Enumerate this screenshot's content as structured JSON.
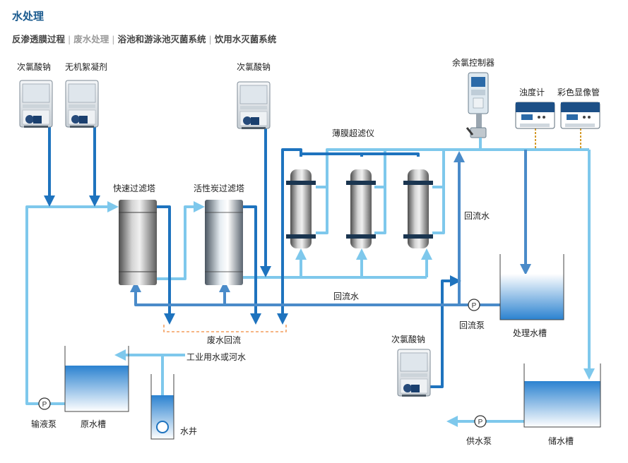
{
  "header": {
    "title": "水处理",
    "nav": [
      {
        "label": "反渗透膜过程",
        "active": false
      },
      {
        "label": "废水处理",
        "active": true
      },
      {
        "label": "浴池和游泳池灭菌系统",
        "active": false
      },
      {
        "label": "饮用水灭菌系统",
        "active": false
      }
    ]
  },
  "diagram": {
    "labels": {
      "hypo1": "次氯酸钠",
      "coagulant": "无机絮凝剂",
      "hypo2": "次氯酸钠",
      "chlorine_ctrl": "余氯控制器",
      "turbidity": "浊度计",
      "color_tube": "彩色显像管",
      "uf": "薄膜超滤仪",
      "fast_filter": "快速过滤塔",
      "carbon_filter": "活性炭过滤塔",
      "return1": "回流水",
      "return2": "回流水",
      "return_pump": "回流泵",
      "treated_tank": "处理水槽",
      "waste_return": "废水回流",
      "hypo3": "次氯酸钠",
      "industrial": "工业用水或河水",
      "supply_pump": "供水泵",
      "storage_tank": "储水槽",
      "feed_pump": "输液泵",
      "raw_tank": "原水槽",
      "well": "水井"
    },
    "colors": {
      "light_pipe": "#7ec8ec",
      "dark_pipe": "#1e73be",
      "mid_pipe": "#4a8bc9",
      "title": "#1b5b8f",
      "dash": "#f08a3c"
    }
  }
}
